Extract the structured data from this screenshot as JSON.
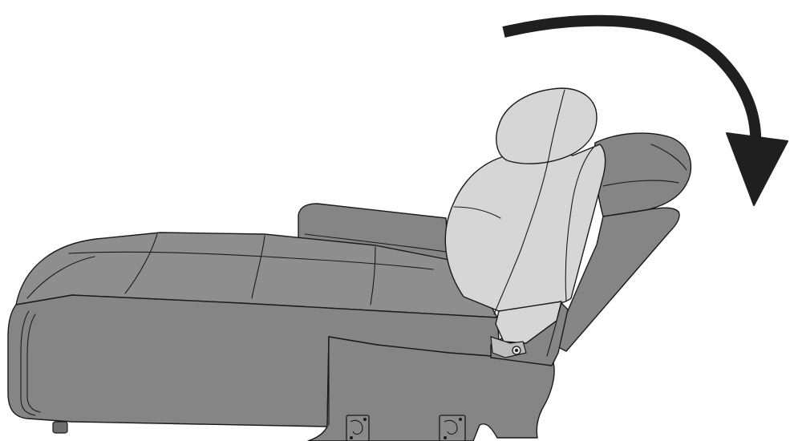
{
  "diagram": {
    "subject": "reclining-sofa-backrest-tilt",
    "colors": {
      "upholstery": "#858585",
      "upholstery_light": "#8e8e8e",
      "upholstery_shadow": "#777777",
      "headrest": "#d6d6d6",
      "outline": "#1a1a1a",
      "arrow": "#1f1f1f",
      "background": "#ffffff"
    },
    "icons": {
      "motion_arrow": "curved-arrow-clockwise-down",
      "hinge": "pivot-hinge",
      "brackets": "mounting-bracket"
    }
  }
}
